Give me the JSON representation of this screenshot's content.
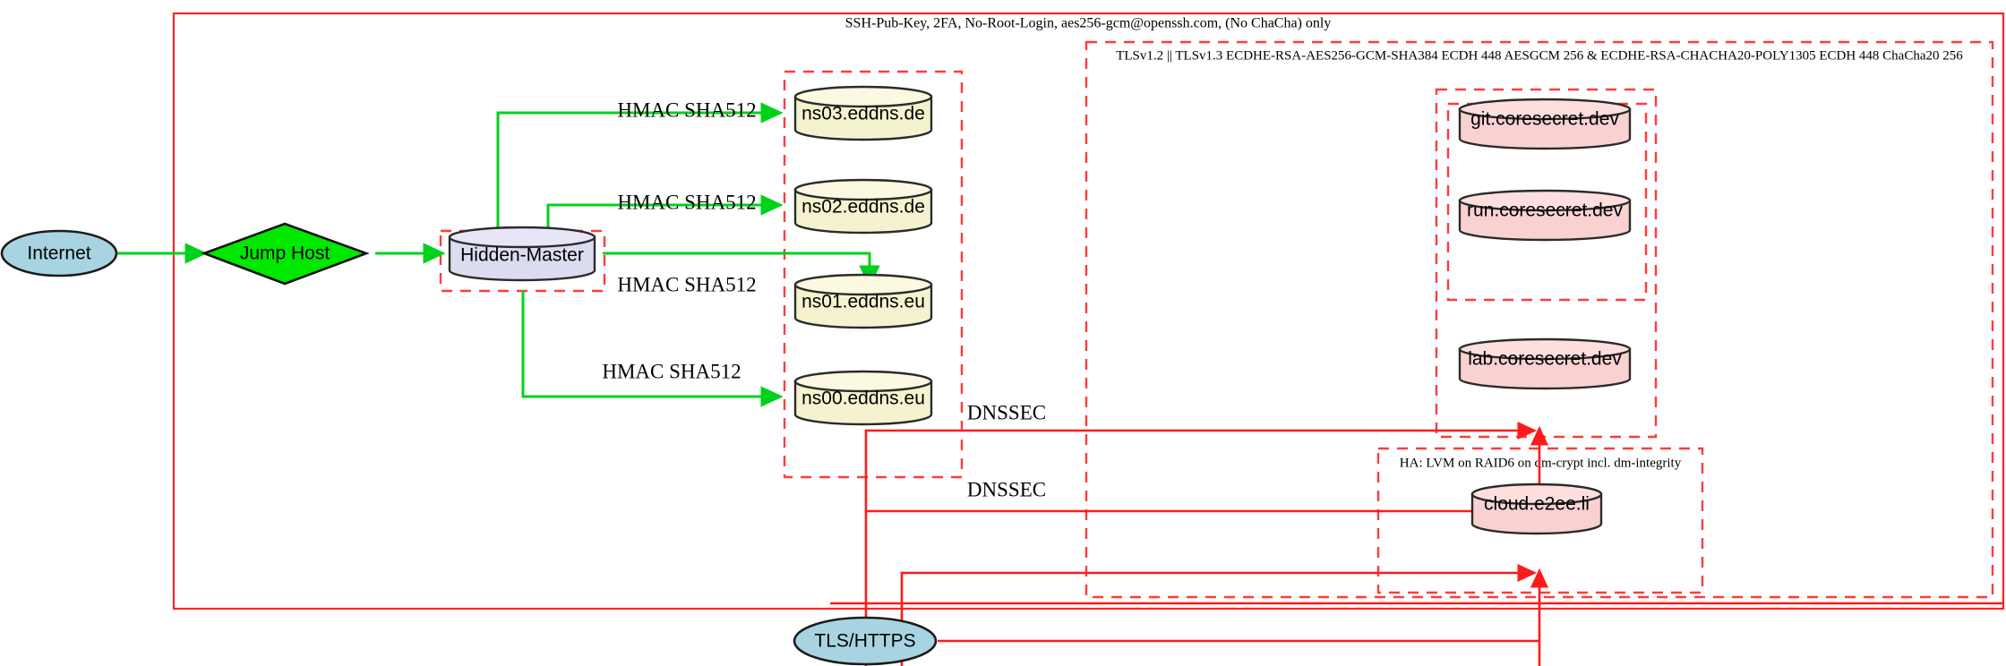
{
  "diagram": {
    "title_labels": {
      "outer_ssh": "SSH-Pub-Key, 2FA, No-Root-Login, aes256-gcm@openssh.com, (No ChaCha) only",
      "tls_cluster": "TLSv1.2 || TLSv1.3 ECDHE-RSA-AES256-GCM-SHA384 ECDH 448 AESGCM 256 & ECDHE-RSA-CHACHA20-POLY1305 ECDH 448 ChaCha20 256",
      "ha_cluster": "HA: LVM on RAID6 on dm-crypt incl. dm-integrity"
    },
    "nodes": {
      "internet": "Internet",
      "jump_host": "Jump Host",
      "hidden_master": "Hidden-Master",
      "ns03": "ns03.eddns.de",
      "ns02": "ns02.eddns.de",
      "ns01": "ns01.eddns.eu",
      "ns00": "ns00.eddns.eu",
      "git": "git.coresecret.dev",
      "run": "run.coresecret.dev",
      "lab": "lab.coresecret.dev",
      "cloud": "cloud.e2ee.li",
      "tls_https": "TLS/HTTPS"
    },
    "edge_labels": {
      "hmac_ns03": "HMAC SHA512",
      "hmac_ns02": "HMAC SHA512",
      "hmac_ns01": "HMAC SHA512",
      "hmac_ns00": "HMAC SHA512",
      "dnssec_upper": "DNSSEC",
      "dnssec_lower": "DNSSEC"
    },
    "colors": {
      "cluster_red": "#ff2222",
      "cluster_dashed_red": "#ff3b3b",
      "edge_green": "#00d21c",
      "edge_red": "#ff1a1a",
      "ellipse_fill": "#a8d4e2",
      "diamond_fill": "#00e800",
      "master_fill": "#dcdcf0",
      "dns_fill": "#f5f3cf",
      "service_fill": "#fad1d1",
      "stroke_dark": "#2b2b2b"
    }
  }
}
